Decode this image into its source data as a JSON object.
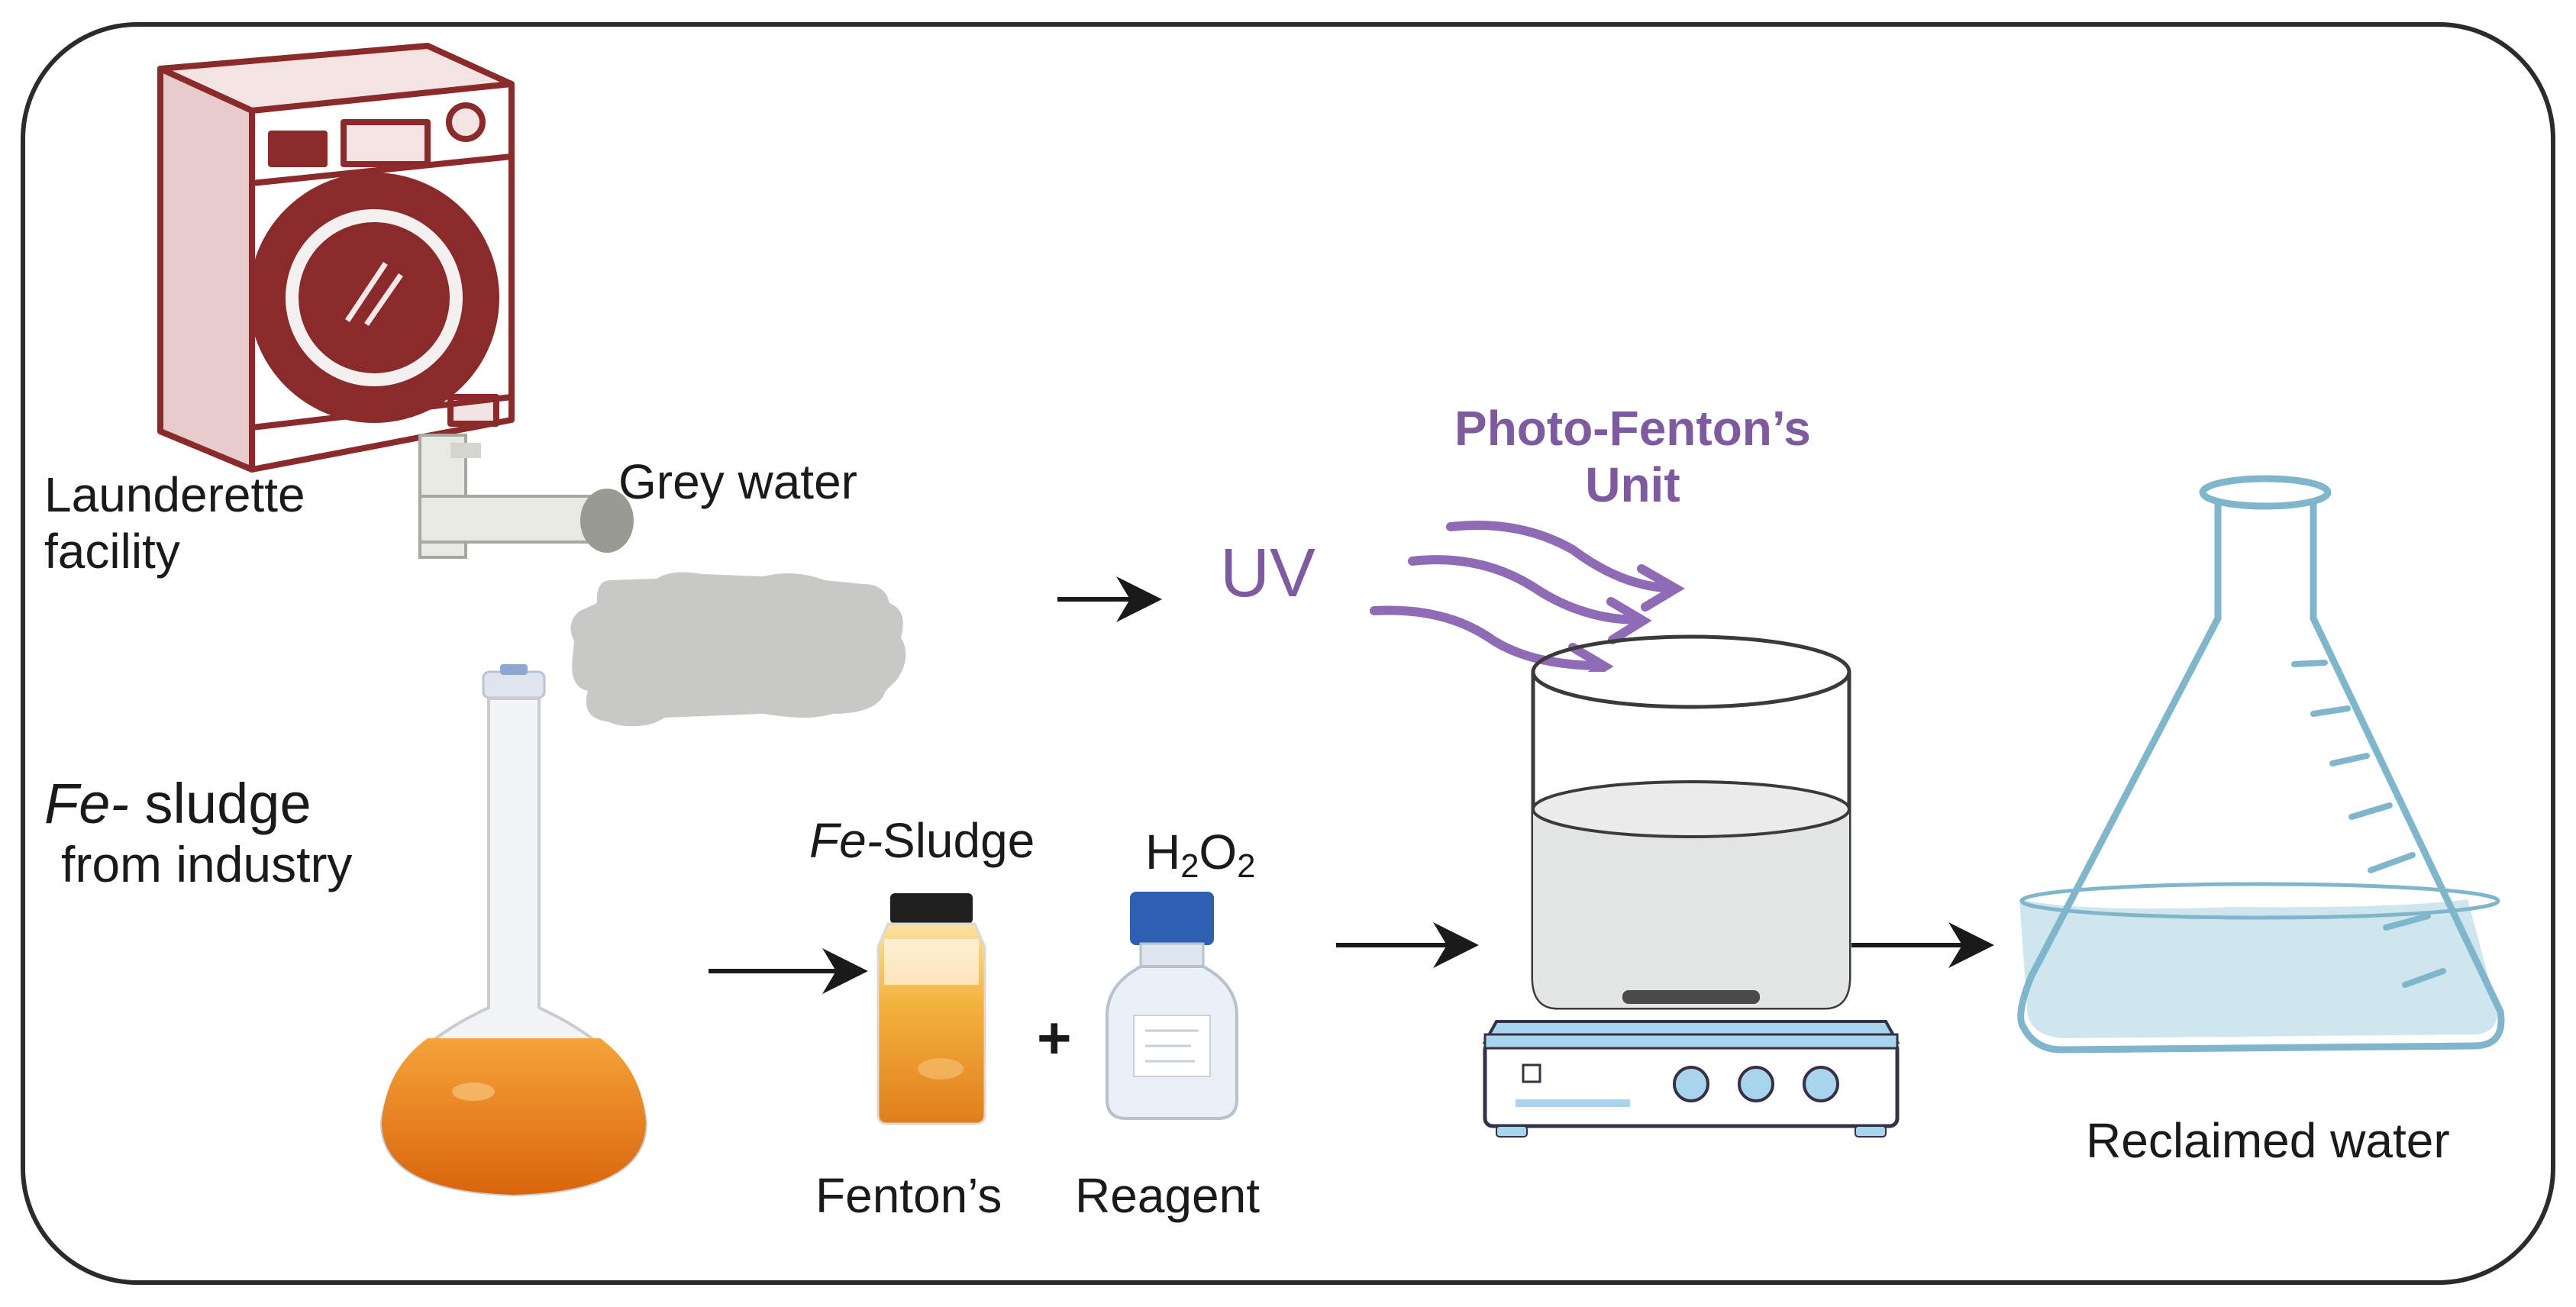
{
  "labels": {
    "launderette": [
      "Launderette",
      "facility"
    ],
    "grey_water": "Grey water",
    "fe_sludge_source": {
      "prefix": "Fe-",
      "rest": " sludge",
      "line2": "from industry"
    },
    "fe_sludge_bottle": {
      "prefix": "Fe-",
      "rest": "Sludge"
    },
    "h2o2": {
      "a": "H",
      "sub1": "2",
      "b": "O",
      "sub2": "2"
    },
    "plus": "+",
    "fentons": "Fenton’s",
    "reagent": "Reagent",
    "uv": "UV",
    "photo_fenton": [
      "Photo-Fenton’s",
      "Unit"
    ],
    "reclaimed": "Reclaimed water"
  },
  "colors": {
    "frame": "#2b2b2b",
    "purple": "#7e5a9e",
    "maroon": "#8b2a2a",
    "grey_water": "#c8c8c6",
    "orange": "#e8801c",
    "flask_blue": "#7fb6cc",
    "flask_fill": "#cfe6ee",
    "stirrer_blue": "#a8d4ee",
    "cap_blue": "#2f5fb3"
  },
  "icons": [
    "washing-machine-icon",
    "drain-pipe-icon",
    "volumetric-flask-icon",
    "sludge-jar-icon",
    "reagent-bottle-icon",
    "uv-rays-icon",
    "beaker-icon",
    "magnetic-stirrer-icon",
    "erlenmeyer-flask-icon"
  ]
}
